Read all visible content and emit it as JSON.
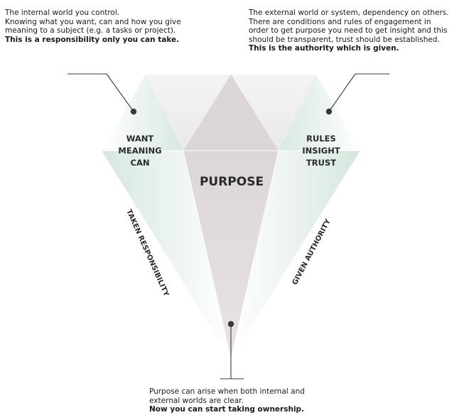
{
  "top_left_note": {
    "lines": [
      "The internal world you control.",
      "Knowing what you want, can and how you give",
      "meaning to a subject (e.g. a tasks or project)."
    ],
    "emphasis": "This is a responsibility only you can take."
  },
  "top_right_note": {
    "lines": [
      "The external world or system, dependency on others.",
      "There are conditions and rules of engagement in",
      "order to get purpose you need to get insight and this",
      "should be transparent, trust should be established."
    ],
    "emphasis": "This is the authority which is given."
  },
  "bottom_note": {
    "lines": [
      "Purpose can arise when both internal and",
      "external worlds are clear."
    ],
    "emphasis": "Now you can start taking ownership."
  },
  "diamond": {
    "left_facet": [
      "WANT",
      "MEANING",
      "CAN"
    ],
    "right_facet": [
      "RULES",
      "INSIGHT",
      "TRUST"
    ],
    "center": "PURPOSE",
    "left_edge": "TAKEN RESPONSIBILITY",
    "right_edge": "GIVEN AUTHORITY"
  },
  "colors": {
    "mint": "#dbe9e2",
    "mauve": "#ddd5d5",
    "pale": "#f1f1f2",
    "outline": "#3a3a3a"
  }
}
